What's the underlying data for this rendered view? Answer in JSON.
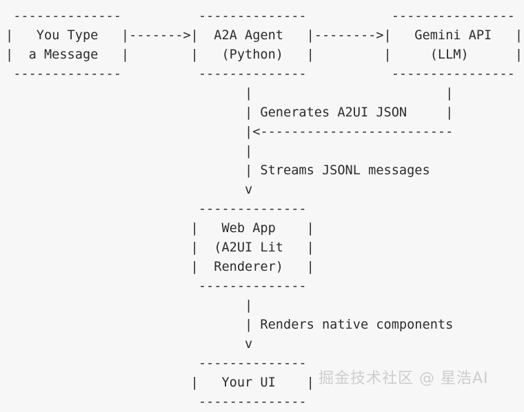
{
  "page": {
    "background_color": "#f7f7f7",
    "text_color": "#2b2b2b",
    "title": "A2A Agent / A2UI architecture flow diagram",
    "type": "ascii-art-diagram"
  },
  "diagram": {
    "nodes": [
      {
        "id": "user",
        "label_lines": [
          "You Type",
          "a Message"
        ]
      },
      {
        "id": "agent",
        "label_lines": [
          "A2A Agent",
          "(Python)"
        ]
      },
      {
        "id": "gemini",
        "label_lines": [
          "Gemini API",
          "(LLM)"
        ]
      },
      {
        "id": "webapp",
        "label_lines": [
          "Web App",
          "(A2UI Lit",
          "Renderer)"
        ]
      },
      {
        "id": "yourui",
        "label_lines": [
          "Your UI"
        ]
      }
    ],
    "edges": [
      {
        "from": "user",
        "to": "agent",
        "label": "",
        "arrow": "->"
      },
      {
        "from": "agent",
        "to": "gemini",
        "label": "",
        "arrow": "->"
      },
      {
        "from": "gemini",
        "to": "agent",
        "label": "Generates A2UI JSON",
        "arrow": "<-"
      },
      {
        "from": "agent",
        "to": "webapp",
        "label": "Streams JSONL messages",
        "arrow": "v"
      },
      {
        "from": "webapp",
        "to": "yourui",
        "label": "Renders native components",
        "arrow": "v"
      }
    ],
    "edge_labels": [
      "Generates A2UI JSON",
      "Streams JSONL messages",
      "Renders native components"
    ],
    "ascii": " ----------------         ----------------        ----------------\n|   You Type     |------->|  A2A Agent    |------->|  Gemini API  |\n|  a Message     |        |  (Python)     |        |  (LLM)       |\n ----------------          ---------------          --------------\n                                  |                        |\n                                  | Generates A2UI JSON    |\n                                  |<-----------------------\n                                  |\n                                  | Streams JSONL messages\n                                  v\n                           ----------------\n                          |   Web App      |\n                          |  (A2UI Lit     |\n                          |   Renderer)    |\n                           ----------------\n                                  |\n                                  | Renders native components\n                                  v\n                           ----------------\n                          |   Your UI      |\n                           ----------------"
  },
  "watermark": {
    "text": "掘金技术社区 @ 星浩AI",
    "color": "#cdcdcd"
  }
}
